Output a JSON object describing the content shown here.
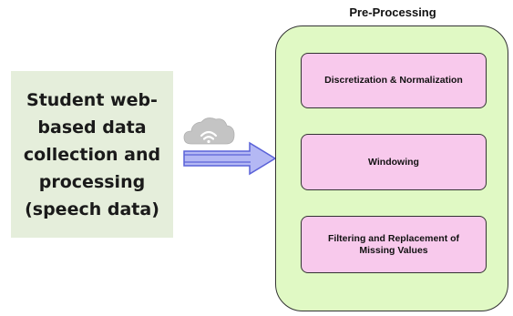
{
  "source": {
    "lines": [
      "Student web-",
      "based data",
      "collection and",
      "processing",
      "(speech data)"
    ]
  },
  "preprocessing": {
    "title": "Pre-Processing",
    "steps": [
      "Discretization & Normalization",
      "Windowing",
      "Filtering and Replacement of Missing Values"
    ]
  },
  "icons": {
    "cloud": "cloud-wifi-icon",
    "arrow": "right-arrow-icon"
  },
  "colors": {
    "source_fill": "#e5eedb",
    "panel_fill": "#e0f9c4",
    "step_fill": "#f8c9ec",
    "arrow_fill": "#b4b8f4",
    "arrow_stroke": "#5a62d8",
    "cloud_fill": "#c4c4c4"
  }
}
